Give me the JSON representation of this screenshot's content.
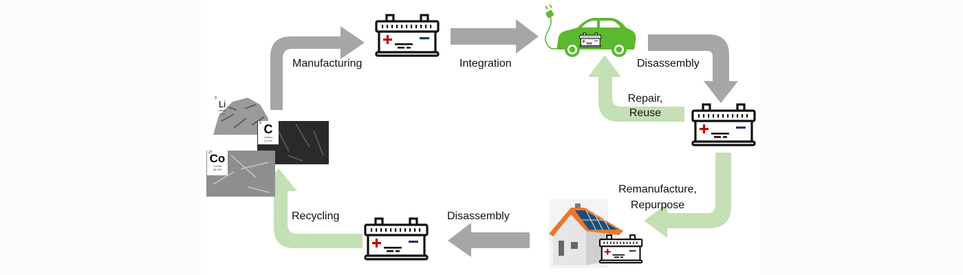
{
  "diagram": {
    "title": "Battery life cycle",
    "colors": {
      "forward_arrow": "#a6a6a6",
      "circular_arrow": "#c5e0b4",
      "battery_outline": "#111111",
      "battery_plus": "#c00000",
      "battery_minus": "#1f3864",
      "ev_green": "#5cb82e",
      "roof_orange": "#e8782e",
      "solar_panel": "#1f4e79"
    },
    "nodes": [
      {
        "id": "raw-materials",
        "label": "Raw materials",
        "icon": "raw-materials-icon"
      },
      {
        "id": "new-battery",
        "label": "Battery",
        "icon": "battery-icon"
      },
      {
        "id": "electric-vehicle",
        "label": "Electric vehicle",
        "icon": "ev-car-icon"
      },
      {
        "id": "used-battery",
        "label": "Battery",
        "icon": "battery-icon"
      },
      {
        "id": "home-storage",
        "label": "Home solar storage",
        "icon": "solar-house-icon"
      },
      {
        "id": "end-of-life-battery",
        "label": "Battery",
        "icon": "battery-icon"
      }
    ],
    "elements": [
      {
        "number": "3",
        "symbol": "Li",
        "name": "Lithium",
        "weight": "6.94"
      },
      {
        "number": "6",
        "symbol": "C",
        "name": "Carbon",
        "weight": "12.011"
      },
      {
        "number": "27",
        "symbol": "Co",
        "name": "Cobalt",
        "weight": "58.933"
      }
    ],
    "edges": [
      {
        "from": "raw-materials",
        "to": "new-battery",
        "label": "Manufacturing",
        "style": "forward"
      },
      {
        "from": "new-battery",
        "to": "electric-vehicle",
        "label": "Integration",
        "style": "forward"
      },
      {
        "from": "electric-vehicle",
        "to": "used-battery",
        "label": "Disassembly",
        "style": "forward"
      },
      {
        "from": "used-battery",
        "to": "electric-vehicle",
        "label_lines": [
          "Repair,",
          "Reuse"
        ],
        "style": "circular"
      },
      {
        "from": "used-battery",
        "to": "home-storage",
        "label_lines": [
          "Remanufacture,",
          "Repurpose"
        ],
        "style": "circular"
      },
      {
        "from": "home-storage",
        "to": "end-of-life-battery",
        "label": "Disassembly",
        "style": "forward"
      },
      {
        "from": "end-of-life-battery",
        "to": "raw-materials",
        "label": "Recycling",
        "style": "circular"
      }
    ]
  }
}
